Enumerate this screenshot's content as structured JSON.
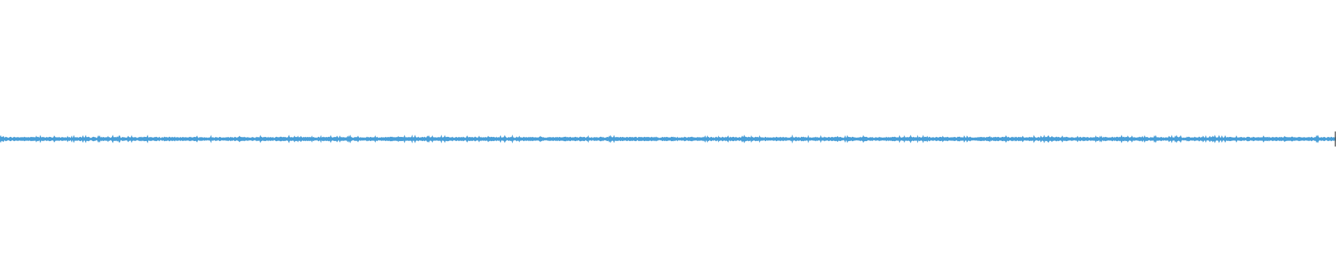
{
  "chart_data": {
    "type": "line",
    "title": "",
    "xlabel": "",
    "ylabel": "",
    "xlim": [
      0,
      1
    ],
    "ylim": [
      -1,
      1
    ],
    "grid": false,
    "legend": "none",
    "series": [
      {
        "values": {
          "sample_count": 1920,
          "baseline": 0.0,
          "amplitude_mean": 0.012,
          "amplitude_max": 0.03,
          "seed": 7
        }
      }
    ],
    "end_marker": {
      "x": 1.0,
      "level_min": -0.06,
      "level_max": 0.06
    }
  },
  "colors": {
    "waveform": "#4a9fd8",
    "background": "#ffffff",
    "end_marker": "#555555"
  }
}
